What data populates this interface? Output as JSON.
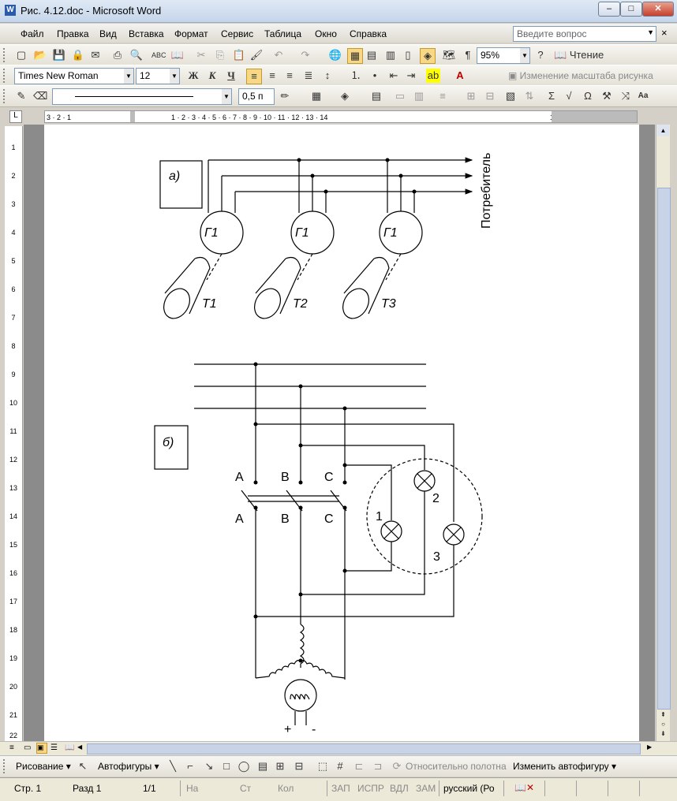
{
  "window": {
    "title": "Рис. 4.12.doc - Microsoft Word"
  },
  "menu": [
    "Файл",
    "Правка",
    "Вид",
    "Вставка",
    "Формат",
    "Сервис",
    "Таблица",
    "Окно",
    "Справка"
  ],
  "ask": {
    "placeholder": "Введите вопрос"
  },
  "toolbar1": {
    "zoom": "95%",
    "reading": "Чтение"
  },
  "toolbar2": {
    "font": "Times New Roman",
    "size": "12",
    "bold": "Ж",
    "italic": "К",
    "underline": "Ч",
    "picture_scale": "Изменение масштаба рисунка"
  },
  "toolbar3": {
    "line_width": "0,5 п"
  },
  "diagram": {
    "part_a": {
      "label": "а)",
      "consumer": "Потребитель",
      "generators": [
        "Г1",
        "Г1",
        "Г1"
      ],
      "turbines": [
        "T1",
        "T2",
        "T3"
      ]
    },
    "part_b": {
      "label": "б)",
      "phases_top": [
        "A",
        "B",
        "C"
      ],
      "phases_bottom": [
        "A",
        "B",
        "C"
      ],
      "lamps": [
        "1",
        "2",
        "3"
      ],
      "plus": "+",
      "minus": "-"
    }
  },
  "drawbar": {
    "draw": "Рисование",
    "autoshapes": "Автофигуры",
    "relative": "Относительно полотна",
    "change": "Изменить автофигуру"
  },
  "status": {
    "page": "Стр. 1",
    "section": "Разд 1",
    "pages": "1/1",
    "at": "На",
    "line": "Ст",
    "col": "Кол",
    "rec": "ЗАП",
    "trk": "ИСПР",
    "ext": "ВДЛ",
    "ovr": "ЗАМ",
    "lang": "русский (Ро"
  }
}
